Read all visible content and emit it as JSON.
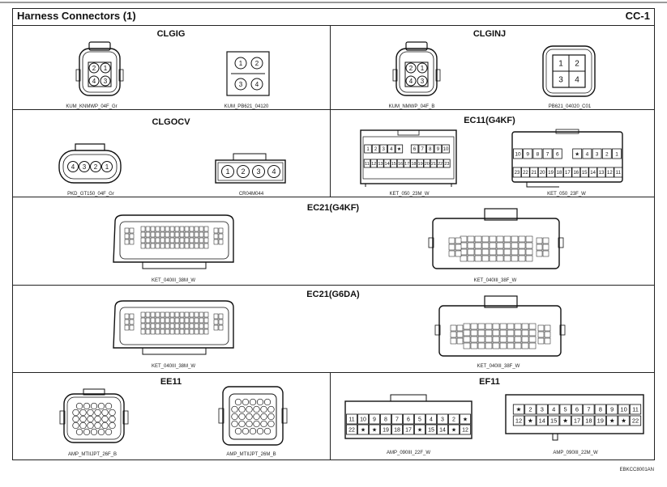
{
  "header": {
    "title": "Harness Connectors (1)",
    "code": "CC-1"
  },
  "sections": {
    "clgig": {
      "title": "CLGIG",
      "label_left": "KUM_KNMWP_04F_Gr",
      "label_right": "KUM_PB621_04120"
    },
    "clginj": {
      "title": "CLGINJ",
      "label_left": "KUM_NMWP_04F_B",
      "label_right": "PB621_04020_C01"
    },
    "clgocv": {
      "title": "CLGOCV",
      "label_left": "PKD_GT150_04F_Gr",
      "label_right": "CR04M044"
    },
    "ec11": {
      "title": "EC11(G4KF)",
      "label_left": "KET_050_23M_W",
      "label_right": "KET_050_23F_W"
    },
    "ec21_g4kf": {
      "title": "EC21(G4KF)",
      "label_left": "KET_040III_38M_W",
      "label_right": "KET_040III_38F_W"
    },
    "ec21_g6da": {
      "title": "EC21(G6DA)",
      "label_left": "KET_040III_38M_W",
      "label_right": "KET_040III_38F_W"
    },
    "ee11": {
      "title": "EE11",
      "label_left": "AMP_MTIIJPT_26F_B",
      "label_right": "AMP_MTIIJPT_26M_B"
    },
    "ef11": {
      "title": "EF11",
      "label_left": "AMP_090III_22F_W",
      "label_right": "AMP_090III_22M_W"
    }
  },
  "pins": {
    "clgig_f": [
      "2",
      "1",
      "4",
      "3"
    ],
    "clgig_m": [
      "1",
      "2",
      "3",
      "4"
    ],
    "clginj_f": [
      "2",
      "1",
      "4",
      "3"
    ],
    "clginj_m": [
      "1",
      "2",
      "3",
      "4"
    ],
    "clgocv_f": [
      "4",
      "3",
      "2",
      "1"
    ],
    "clgocv_m": [
      "1",
      "2",
      "3",
      "4"
    ],
    "ec11_m_top": [
      "1",
      "2",
      "3",
      "4",
      "★",
      "",
      "6",
      "7",
      "8",
      "9",
      "10"
    ],
    "ec11_m_bot": [
      "11",
      "12",
      "13",
      "14",
      "15",
      "16",
      "17",
      "18",
      "19",
      "20",
      "21",
      "22",
      "23"
    ],
    "ec11_f_top": [
      "10",
      "9",
      "8",
      "7",
      "6",
      "",
      "★",
      "4",
      "3",
      "2",
      "1"
    ],
    "ec11_f_bot": [
      "23",
      "22",
      "21",
      "20",
      "19",
      "18",
      "17",
      "16",
      "15",
      "14",
      "13",
      "12",
      "11"
    ],
    "ef11_f_top": [
      "11",
      "10",
      "9",
      "8",
      "7",
      "6",
      "5",
      "4",
      "3",
      "2",
      "★"
    ],
    "ef11_f_bot": [
      "22",
      "★",
      "★",
      "19",
      "18",
      "17",
      "★",
      "15",
      "14",
      "★",
      "12"
    ],
    "ef11_m_top": [
      "★",
      "2",
      "3",
      "4",
      "5",
      "6",
      "7",
      "8",
      "9",
      "10",
      "11"
    ],
    "ef11_m_bot": [
      "12",
      "★",
      "14",
      "15",
      "★",
      "17",
      "18",
      "19",
      "★",
      "★",
      "22"
    ]
  },
  "footer": {
    "ref": "EBKCC8001AN"
  }
}
